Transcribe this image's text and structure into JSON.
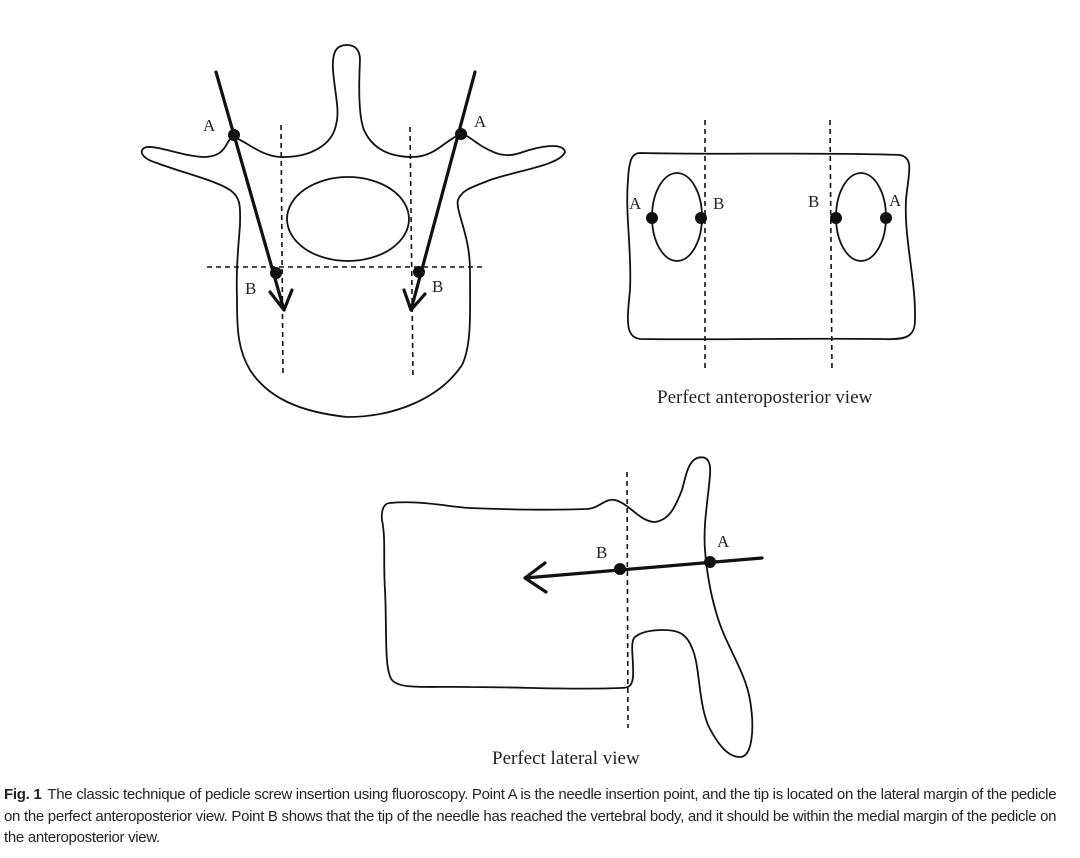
{
  "figure": {
    "label": "Fig. 1",
    "caption": "The classic technique of pedicle screw insertion using fluoroscopy. Point A is the needle insertion point, and the tip is located on the lateral margin of the pedicle on the perfect anteroposterior view. Point B shows that the tip of the needle has reached the vertebral body, and it should be within the medial margin of the pedicle on the anteroposterior view."
  },
  "axial_view": {
    "point_a": "A",
    "point_b": "B"
  },
  "ap_view": {
    "title": "Perfect anteroposterior view",
    "point_a": "A",
    "point_b": "B"
  },
  "lateral_view": {
    "title": "Perfect lateral view",
    "point_a": "A",
    "point_b": "B"
  }
}
